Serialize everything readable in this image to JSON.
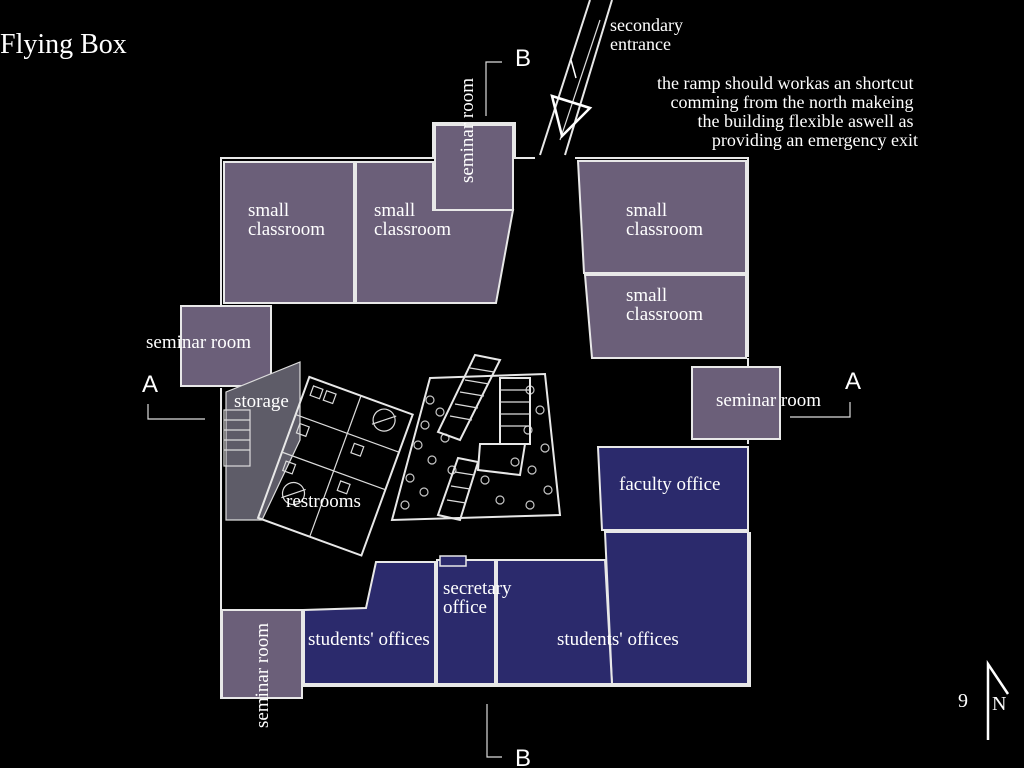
{
  "slide": {
    "title": "Flying Box",
    "page_number": "9",
    "north_label": "N"
  },
  "annotations": {
    "secondary_entrance": [
      "secondary",
      "entrance"
    ],
    "ramp_note": [
      "the ramp should workas an shortcut",
      "comming from the north makeing",
      "the building flexible aswell as",
      "providing an emergency exit"
    ],
    "section_a": "A",
    "section_b": "B"
  },
  "colors": {
    "lavender_room": "#6b5f79",
    "blue_room": "#2b2a6c",
    "storage_grey": "#5e5c68",
    "background": "#000000",
    "lines": "#e8e8e8"
  },
  "rooms": {
    "small_classroom_1": [
      "small",
      "classroom"
    ],
    "small_classroom_2": [
      "small",
      "classroom"
    ],
    "small_classroom_3": [
      "small",
      "classroom"
    ],
    "small_classroom_4": [
      "small",
      "classroom"
    ],
    "seminar_room_top": "seminar room",
    "seminar_room_left": "seminar room",
    "seminar_room_right": "seminar room",
    "seminar_room_bottom": "seminar room",
    "storage": "storage",
    "restrooms": "restrooms",
    "faculty_office": "faculty office",
    "secretary_office": [
      "secretary",
      "office"
    ],
    "students_offices_left": "students' offices",
    "students_offices_right": "students' offices"
  }
}
